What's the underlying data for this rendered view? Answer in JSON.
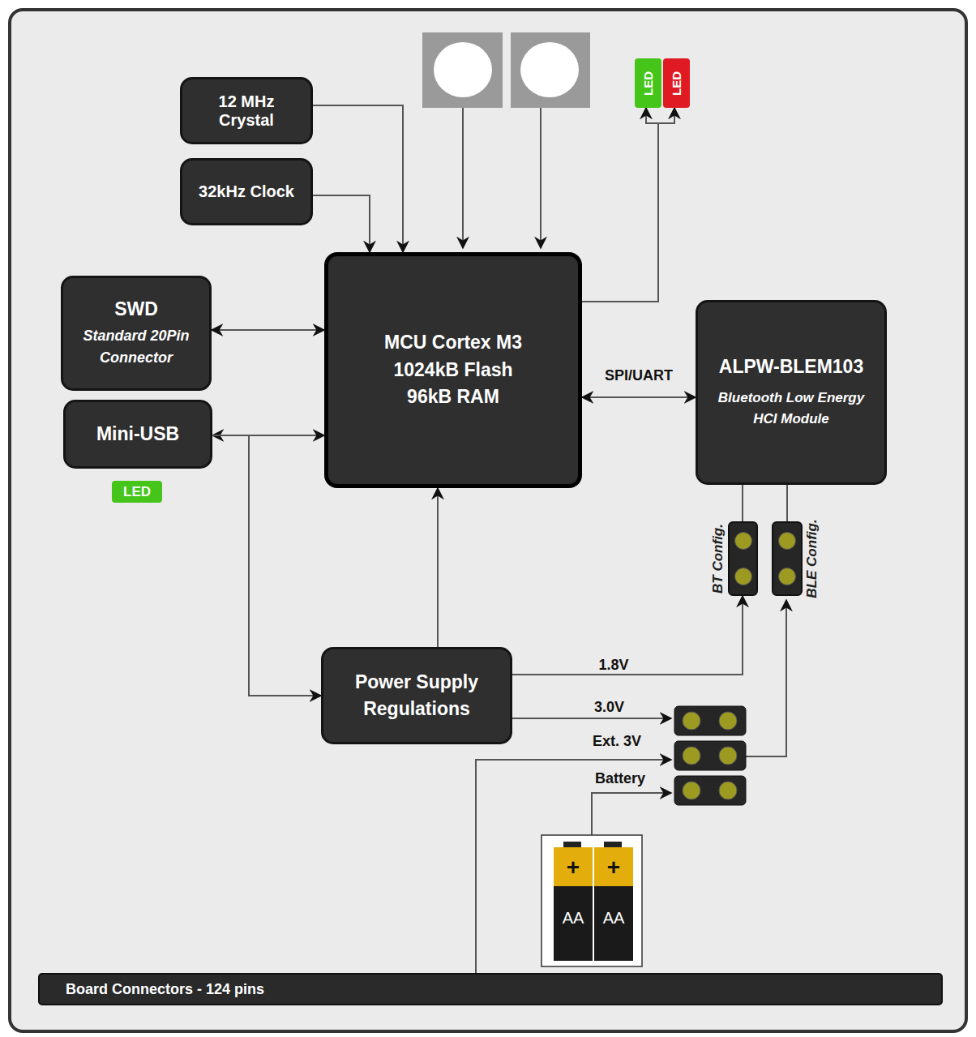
{
  "diagram": {
    "nodes": [
      {
        "text": [
          "12 MHz Crystal"
        ]
      },
      {
        "text": [
          "32kHz Clock"
        ]
      },
      {
        "text": [
          "LED"
        ]
      },
      {
        "text": [
          "LED"
        ]
      },
      {
        "text": [
          "SWD",
          "Standard 20Pin Connector"
        ]
      },
      {
        "text": [
          "MCU Cortex M3 1024kB Flash 96kB RAM"
        ]
      },
      {
        "text": [
          "ALPW-BLEM103",
          "Bluetooth Low Energy HCI Module"
        ]
      },
      {
        "text": [
          "Mini-USB"
        ]
      },
      {
        "text": [
          "LED"
        ]
      },
      {
        "text": [
          "BT Config."
        ]
      },
      {
        "text": [
          "BLE Config."
        ]
      },
      {
        "text": [
          "Power Supply Regulations"
        ]
      },
      {
        "text": [
          "Board Connectors - 124 pins"
        ]
      }
    ],
    "edges": [
      {
        "from": 0,
        "to": 5,
        "arrow": "to"
      },
      {
        "from": 1,
        "to": 5,
        "arrow": "to"
      },
      {
        "from": 5,
        "to": 2,
        "arrow": "to"
      },
      {
        "from": 5,
        "to": 3,
        "arrow": "to"
      },
      {
        "from": 4,
        "to": 5,
        "arrow": "both"
      },
      {
        "from": 7,
        "to": 5,
        "arrow": "both"
      },
      {
        "from": 7,
        "to": 11,
        "arrow": "to"
      },
      {
        "from": 11,
        "to": 5,
        "arrow": "to"
      },
      {
        "from": 5,
        "to": 6,
        "label": "SPI/UART",
        "arrow": "both"
      },
      {
        "from": 6,
        "to": 9,
        "arrow": "none"
      },
      {
        "from": 6,
        "to": 10,
        "arrow": "none"
      },
      {
        "from": 11,
        "to": 9,
        "label": "1.8V",
        "arrow": "to"
      }
    ],
    "labels": [
      "3.0V",
      "Ext. 3V",
      "Battery",
      "+",
      "+",
      "AA",
      "AA"
    ]
  }
}
